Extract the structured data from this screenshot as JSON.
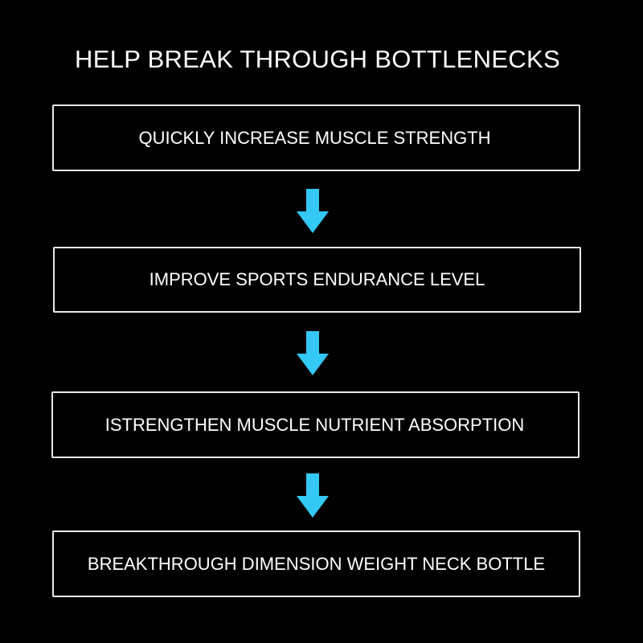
{
  "title": "HELP BREAK THROUGH BOTTLENECKS",
  "colors": {
    "background": "#000000",
    "text": "#ffffff",
    "box_border": "#e8e8e8",
    "arrow": "#33c8f5"
  },
  "steps": [
    {
      "label": "QUICKLY INCREASE MUSCLE STRENGTH"
    },
    {
      "label": "IMPROVE SPORTS ENDURANCE LEVEL"
    },
    {
      "label": "ISTRENGTHEN MUSCLE NUTRIENT ABSORPTION"
    },
    {
      "label": "BREAKTHROUGH DIMENSION WEIGHT NECK BOTTLE"
    }
  ],
  "connectors": [
    {
      "icon": "arrow-down-icon"
    },
    {
      "icon": "arrow-down-icon"
    },
    {
      "icon": "arrow-down-icon"
    }
  ]
}
